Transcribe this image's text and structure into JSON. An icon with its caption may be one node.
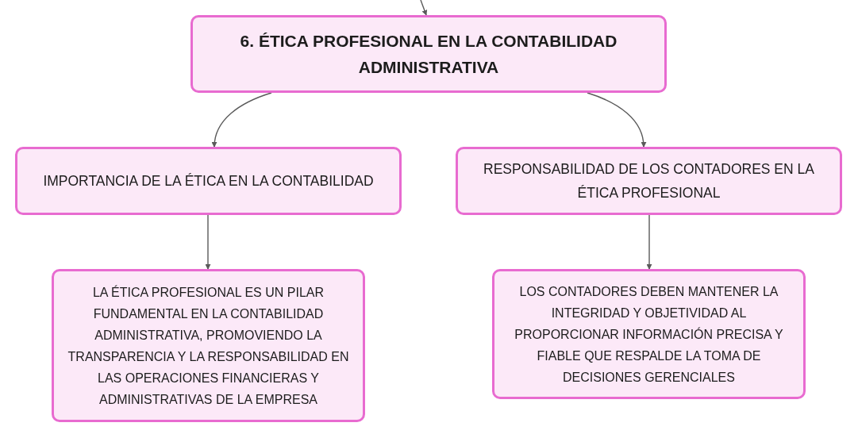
{
  "diagram": {
    "nodes": [
      {
        "text": [
          "6. ÉTICA PROFESIONAL EN LA CONTABILIDAD ADMINISTRATIVA"
        ]
      },
      {
        "text": [
          "IMPORTANCIA DE LA ÉTICA EN LA CONTABILIDAD"
        ]
      },
      {
        "text": [
          "RESPONSABILIDAD DE LOS CONTADORES EN LA ÉTICA PROFESIONAL"
        ]
      },
      {
        "text": [
          "LA ÉTICA PROFESIONAL ES UN PILAR FUNDAMENTAL EN LA CONTABILIDAD ADMINISTRATIVA, PROMOVIENDO LA TRANSPARENCIA Y LA RESPONSABILIDAD EN LAS OPERACIONES FINANCIERAS Y ADMINISTRATIVAS DE LA EMPRESA"
        ]
      },
      {
        "text": [
          "LOS CONTADORES DEBEN MANTENER LA INTEGRIDAD Y OBJETIVIDAD AL PROPORCIONAR INFORMACIÓN PRECISA Y FIABLE QUE RESPALDE LA TOMA DE DECISIONES GERENCIALES"
        ]
      }
    ],
    "edges": [
      {
        "from": null,
        "to": 0,
        "arrow": "to"
      },
      {
        "from": 0,
        "to": 1,
        "arrow": "to"
      },
      {
        "from": 0,
        "to": 2,
        "arrow": "to"
      },
      {
        "from": 1,
        "to": 3,
        "arrow": "to"
      },
      {
        "from": 2,
        "to": 4,
        "arrow": "to"
      }
    ]
  }
}
